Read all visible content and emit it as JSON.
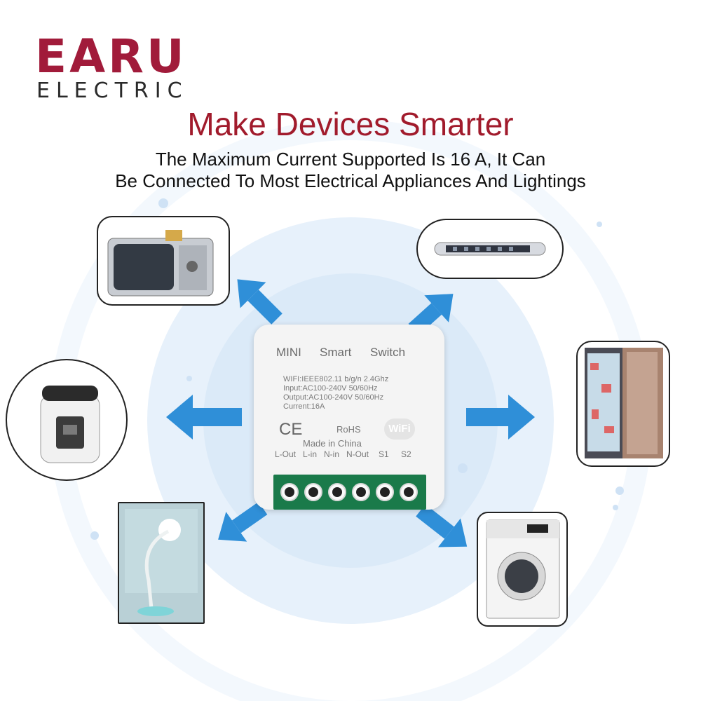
{
  "brand": {
    "name": "EARU",
    "sub": "ELECTRIC"
  },
  "headline": "Make Devices Smarter",
  "subheadline": {
    "line1": "The Maximum Current Supported Is 16 A, It Can",
    "line2": "Be Connected To Most Electrical Appliances And Lightings"
  },
  "device": {
    "header": [
      "MINI",
      "Smart",
      "Switch"
    ],
    "specs": [
      "WIFI:IEEE802.11 b/g/n 2.4Ghz",
      "Input:AC100-240V 50/60Hz",
      "Output:AC100-240V 50/60Hz",
      "Current:16A"
    ],
    "ce": "CE",
    "rohs": "RoHS",
    "wifi_badge": "WiFi",
    "made_in": "Made in China",
    "terminals": [
      "L-Out",
      "L-in",
      "N-in",
      "N-Out",
      "S1",
      "S2"
    ]
  },
  "appliances": [
    "microwave-oven",
    "led-light-bar",
    "refrigerator",
    "rice-cooker",
    "desk-lamp",
    "washing-machine"
  ],
  "colors": {
    "brand_red": "#a11b3a",
    "headline_red": "#a11b2c",
    "arrow_blue": "#2f8fd8",
    "terminal_green": "#1a7a4a"
  }
}
